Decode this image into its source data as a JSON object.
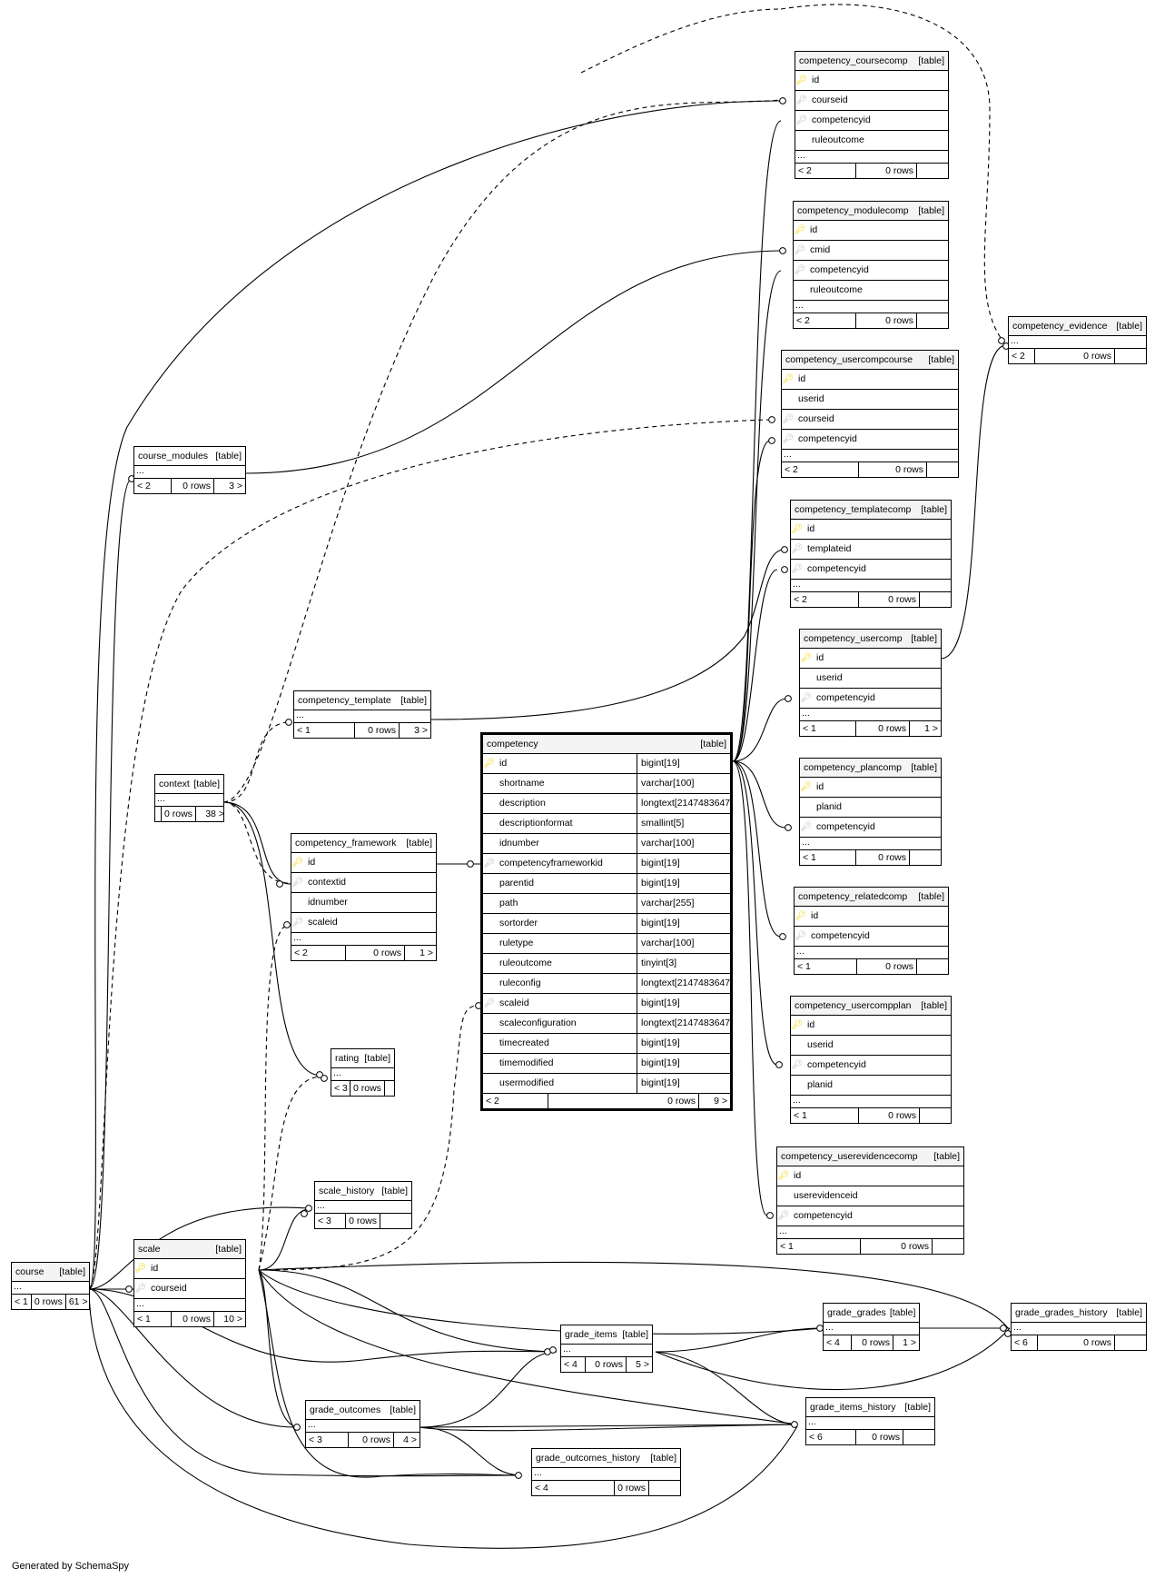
{
  "footer": "Generated by SchemaSpy",
  "icons": {
    "primary_key": "key-icon-yellow",
    "foreign_key": "key-icon-gray"
  },
  "colors": {
    "pk": "#f2d300",
    "fk": "#b8b8b8",
    "line": "#000000"
  },
  "tables": {
    "competency_coursecomp": {
      "name": "competency_coursecomp",
      "tag": "[table]",
      "cols": [
        "id",
        "courseid",
        "competencyid",
        "ruleoutcome"
      ],
      "ell": "...",
      "parents": "< 2",
      "rows": "0 rows",
      "children": ""
    },
    "competency_modulecomp": {
      "name": "competency_modulecomp",
      "tag": "[table]",
      "cols": [
        "id",
        "cmid",
        "competencyid",
        "ruleoutcome"
      ],
      "ell": "...",
      "parents": "< 2",
      "rows": "0 rows",
      "children": ""
    },
    "competency_evidence": {
      "name": "competency_evidence",
      "tag": "[table]",
      "ell": "...",
      "parents": "< 2",
      "rows": "0 rows",
      "children": ""
    },
    "competency_usercompcourse": {
      "name": "competency_usercompcourse",
      "tag": "[table]",
      "cols": [
        "id",
        "userid",
        "courseid",
        "competencyid"
      ],
      "ell": "...",
      "parents": "< 2",
      "rows": "0 rows",
      "children": ""
    },
    "competency_templatecomp": {
      "name": "competency_templatecomp",
      "tag": "[table]",
      "cols": [
        "id",
        "templateid",
        "competencyid"
      ],
      "ell": "...",
      "parents": "< 2",
      "rows": "0 rows",
      "children": ""
    },
    "competency_usercomp": {
      "name": "competency_usercomp",
      "tag": "[table]",
      "cols": [
        "id",
        "userid",
        "competencyid"
      ],
      "ell": "...",
      "parents": "< 1",
      "rows": "0 rows",
      "children": "1 >"
    },
    "competency_plancomp": {
      "name": "competency_plancomp",
      "tag": "[table]",
      "cols": [
        "id",
        "planid",
        "competencyid"
      ],
      "ell": "...",
      "parents": "< 1",
      "rows": "0 rows",
      "children": ""
    },
    "competency_relatedcomp": {
      "name": "competency_relatedcomp",
      "tag": "[table]",
      "cols": [
        "id",
        "competencyid"
      ],
      "ell": "...",
      "parents": "< 1",
      "rows": "0 rows",
      "children": ""
    },
    "competency_usercompplan": {
      "name": "competency_usercompplan",
      "tag": "[table]",
      "cols": [
        "id",
        "userid",
        "competencyid",
        "planid"
      ],
      "ell": "...",
      "parents": "< 1",
      "rows": "0 rows",
      "children": ""
    },
    "competency_userevidencecomp": {
      "name": "competency_userevidencecomp",
      "tag": "[table]",
      "cols": [
        "id",
        "userevidenceid",
        "competencyid"
      ],
      "ell": "...",
      "parents": "< 1",
      "rows": "0 rows",
      "children": ""
    },
    "course_modules": {
      "name": "course_modules",
      "tag": "[table]",
      "ell": "...",
      "parents": "< 2",
      "rows": "0 rows",
      "children": "3 >"
    },
    "competency_template": {
      "name": "competency_template",
      "tag": "[table]",
      "ell": "...",
      "parents": "< 1",
      "rows": "0 rows",
      "children": "3 >"
    },
    "context": {
      "name": "context",
      "tag": "[table]",
      "ell": "...",
      "parents": "",
      "rows": "0 rows",
      "children": "38 >"
    },
    "competency_framework": {
      "name": "competency_framework",
      "tag": "[table]",
      "cols": [
        "id",
        "contextid",
        "idnumber",
        "scaleid"
      ],
      "ell": "...",
      "parents": "< 2",
      "rows": "0 rows",
      "children": "1 >"
    },
    "rating": {
      "name": "rating",
      "tag": "[table]",
      "ell": "...",
      "parents": "< 3",
      "rows": "0 rows",
      "children": ""
    },
    "scale_history": {
      "name": "scale_history",
      "tag": "[table]",
      "ell": "...",
      "parents": "< 3",
      "rows": "0 rows",
      "children": ""
    },
    "course": {
      "name": "course",
      "tag": "[table]",
      "ell": "...",
      "parents": "< 1",
      "rows": "0 rows",
      "children": "61 >"
    },
    "scale": {
      "name": "scale",
      "tag": "[table]",
      "cols": [
        "id",
        "courseid"
      ],
      "ell": "...",
      "parents": "< 1",
      "rows": "0 rows",
      "children": "10 >"
    },
    "grade_items": {
      "name": "grade_items",
      "tag": "[table]",
      "ell": "...",
      "parents": "< 4",
      "rows": "0 rows",
      "children": "5 >"
    },
    "grade_grades": {
      "name": "grade_grades",
      "tag": "[table]",
      "ell": "...",
      "parents": "< 4",
      "rows": "0 rows",
      "children": "1 >"
    },
    "grade_grades_history": {
      "name": "grade_grades_history",
      "tag": "[table]",
      "ell": "...",
      "parents": "< 6",
      "rows": "0 rows",
      "children": ""
    },
    "grade_items_history": {
      "name": "grade_items_history",
      "tag": "[table]",
      "ell": "...",
      "parents": "< 6",
      "rows": "0 rows",
      "children": ""
    },
    "grade_outcomes": {
      "name": "grade_outcomes",
      "tag": "[table]",
      "ell": "...",
      "parents": "< 3",
      "rows": "0 rows",
      "children": "4 >"
    },
    "grade_outcomes_history": {
      "name": "grade_outcomes_history",
      "tag": "[table]",
      "ell": "...",
      "parents": "< 4",
      "rows": "0 rows",
      "children": ""
    },
    "competency": {
      "name": "competency",
      "tag": "[table]",
      "cols": [
        {
          "n": "id",
          "t": "bigint[19]"
        },
        {
          "n": "shortname",
          "t": "varchar[100]"
        },
        {
          "n": "description",
          "t": "longtext[2147483647]"
        },
        {
          "n": "descriptionformat",
          "t": "smallint[5]"
        },
        {
          "n": "idnumber",
          "t": "varchar[100]"
        },
        {
          "n": "competencyframeworkid",
          "t": "bigint[19]"
        },
        {
          "n": "parentid",
          "t": "bigint[19]"
        },
        {
          "n": "path",
          "t": "varchar[255]"
        },
        {
          "n": "sortorder",
          "t": "bigint[19]"
        },
        {
          "n": "ruletype",
          "t": "varchar[100]"
        },
        {
          "n": "ruleoutcome",
          "t": "tinyint[3]"
        },
        {
          "n": "ruleconfig",
          "t": "longtext[2147483647]"
        },
        {
          "n": "scaleid",
          "t": "bigint[19]"
        },
        {
          "n": "scaleconfiguration",
          "t": "longtext[2147483647]"
        },
        {
          "n": "timecreated",
          "t": "bigint[19]"
        },
        {
          "n": "timemodified",
          "t": "bigint[19]"
        },
        {
          "n": "usermodified",
          "t": "bigint[19]"
        }
      ],
      "parents": "< 2",
      "rows": "0 rows",
      "children": "9 >"
    }
  }
}
